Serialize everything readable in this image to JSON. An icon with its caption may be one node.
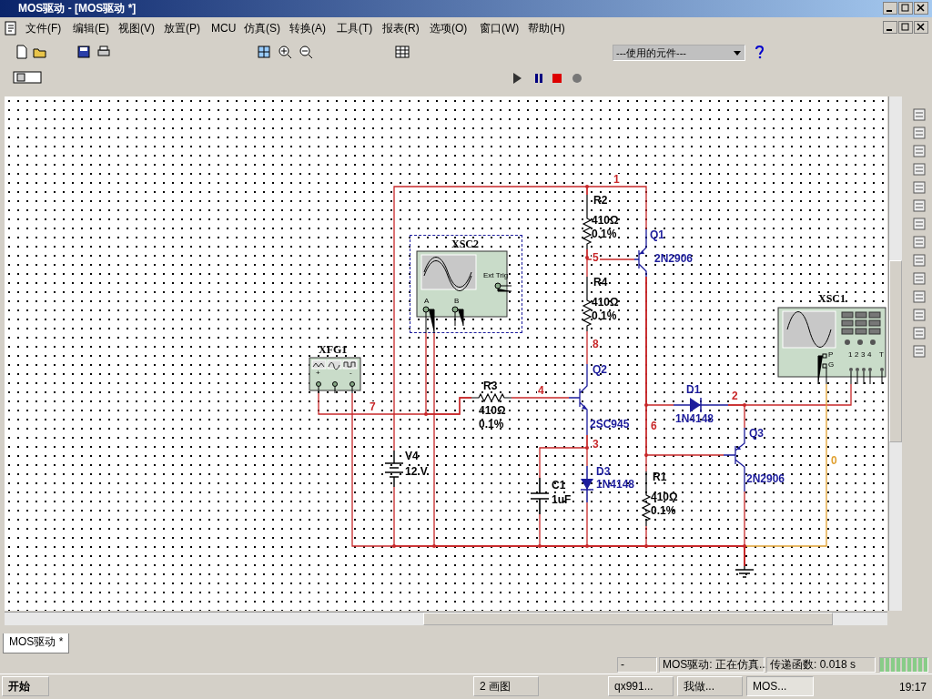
{
  "diagram": {
    "nodes": [
      {
        "text": [
          "R2",
          "410Ω",
          "0.1%"
        ]
      },
      {
        "text": [
          "Q1",
          "2N2906"
        ]
      },
      {
        "text": [
          "XSC2",
          "Ext Trig",
          "A",
          "B"
        ]
      },
      {
        "text": [
          "R4",
          "410Ω",
          "0.1%"
        ]
      },
      {
        "text": [
          "XSC1",
          "P",
          "G",
          "1",
          "2",
          "3",
          "4",
          "T"
        ]
      },
      {
        "text": [
          "XFG1",
          "+",
          "-"
        ]
      },
      {
        "text": [
          "R3",
          "410Ω",
          "0.1%"
        ]
      },
      {
        "text": [
          "Q2",
          "2SC945"
        ]
      },
      {
        "text": [
          "D1",
          "1N4148"
        ]
      },
      {
        "text": [
          "Q3",
          "2N2906"
        ]
      },
      {
        "text": [
          "V4",
          "12 V"
        ]
      },
      {
        "text": [
          "C1",
          "1uF"
        ]
      },
      {
        "text": [
          "D3",
          "1N4148"
        ]
      },
      {
        "text": [
          "R1",
          "410Ω",
          "0.1%"
        ]
      },
      {
        "text": [],
        "shape": "ground"
      }
    ],
    "edges": [
      {
        "from": 10,
        "to": 0,
        "arrow": "none"
      },
      {
        "from": 0,
        "to": 1,
        "arrow": "none",
        "label": "1"
      },
      {
        "from": 0,
        "to": 3,
        "arrow": "none",
        "label": "5"
      },
      {
        "from": 0,
        "to": 1,
        "arrow": "none"
      },
      {
        "from": 3,
        "to": 7,
        "arrow": "none",
        "label": "8"
      },
      {
        "from": 5,
        "to": 6,
        "arrow": "none",
        "label": "7"
      },
      {
        "from": 2,
        "to": 6,
        "arrow": "none"
      },
      {
        "from": 6,
        "to": 7,
        "arrow": "none",
        "label": "4"
      },
      {
        "from": 7,
        "to": 12,
        "arrow": "none",
        "label": "3"
      },
      {
        "from": 7,
        "to": 11,
        "arrow": "none"
      },
      {
        "from": 1,
        "to": 8,
        "arrow": "none"
      },
      {
        "from": 1,
        "to": 9,
        "arrow": "none",
        "label": "6"
      },
      {
        "from": 1,
        "to": 13,
        "arrow": "none"
      },
      {
        "from": 8,
        "to": 9,
        "arrow": "none",
        "label": "2"
      },
      {
        "from": 8,
        "to": 4,
        "arrow": "none"
      },
      {
        "from": 9,
        "to": 14,
        "arrow": "none"
      },
      {
        "from": 14,
        "to": 4,
        "arrow": "none",
        "label": "0",
        "color": "#e0a030"
      },
      {
        "from": 5,
        "to": 14,
        "arrow": "none"
      },
      {
        "from": 10,
        "to": 14,
        "arrow": "none"
      },
      {
        "from": 2,
        "to": 14,
        "arrow": "none"
      },
      {
        "from": 11,
        "to": 14,
        "arrow": "none"
      },
      {
        "from": 12,
        "to": 14,
        "arrow": "none"
      },
      {
        "from": 13,
        "to": 14,
        "arrow": "none"
      }
    ],
    "labels": [
      "MOS驱动 - [MOS驱动 *]",
      "文件(F)",
      "编辑(E)",
      "视图(V)",
      "放置(P)",
      "MCU",
      "仿真(S)",
      "转换(A)",
      "工具(T)",
      "报表(R)",
      "选项(O)",
      "窗口(W)",
      "帮助(H)",
      "---使用的元件---",
      "MOS驱动 *",
      "-",
      "MOS驱动: 正在仿真...",
      "传递函数: 0.018 s",
      "开始",
      "2 画图",
      "qx991...",
      "我做...",
      "MOS...",
      "19:17"
    ]
  }
}
